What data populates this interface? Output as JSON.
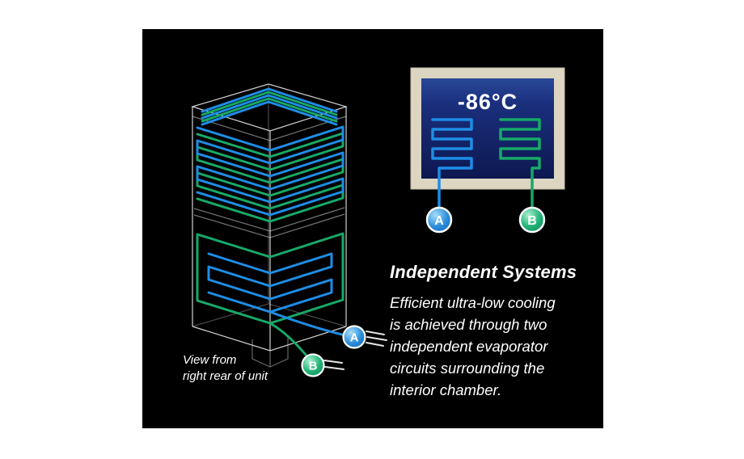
{
  "display": {
    "temperature": "-86°C"
  },
  "circuits": {
    "a": {
      "label": "A",
      "color": "#1e8de6"
    },
    "b": {
      "label": "B",
      "color": "#17a968"
    }
  },
  "caption": {
    "line1": "View from",
    "line2": "right rear of unit"
  },
  "info": {
    "title": "Independent Systems",
    "lines": [
      "Efficient ultra-low cooling",
      "is achieved through two",
      "independent evaporator",
      "circuits surrounding the",
      "interior chamber."
    ]
  },
  "colors": {
    "page_background": "#ffffff",
    "panel_background": "#000000",
    "frame_beige": "#dcd5c1",
    "screen_blue": "#16276e",
    "coil_blue": "#1e8de6",
    "coil_green": "#17a968",
    "wireframe_white": "#e9e9e9",
    "text": "#ffffff"
  }
}
